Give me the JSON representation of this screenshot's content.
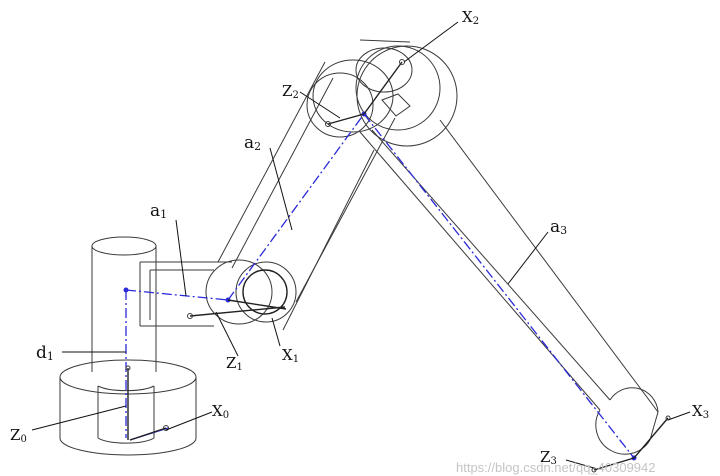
{
  "diagram": {
    "labels": {
      "X0": {
        "main": "X",
        "sub": "0"
      },
      "Z0": {
        "main": "Z",
        "sub": "0"
      },
      "d1": {
        "main": "d",
        "sub": "1"
      },
      "a1": {
        "main": "a",
        "sub": "1"
      },
      "Z1": {
        "main": "Z",
        "sub": "1"
      },
      "X1": {
        "main": "X",
        "sub": "1"
      },
      "a2": {
        "main": "a",
        "sub": "2"
      },
      "Z2": {
        "main": "Z",
        "sub": "2"
      },
      "X2": {
        "main": "X",
        "sub": "2"
      },
      "a3": {
        "main": "a",
        "sub": "3"
      },
      "X3": {
        "main": "X",
        "sub": "3"
      },
      "Z3": {
        "main": "Z",
        "sub": "3"
      }
    },
    "watermark": "https://blog.csdn.net/qq_40309942",
    "colors": {
      "axis": "#2a2ad8",
      "outline": "#3a3a3a",
      "background": "#ffffff"
    }
  }
}
